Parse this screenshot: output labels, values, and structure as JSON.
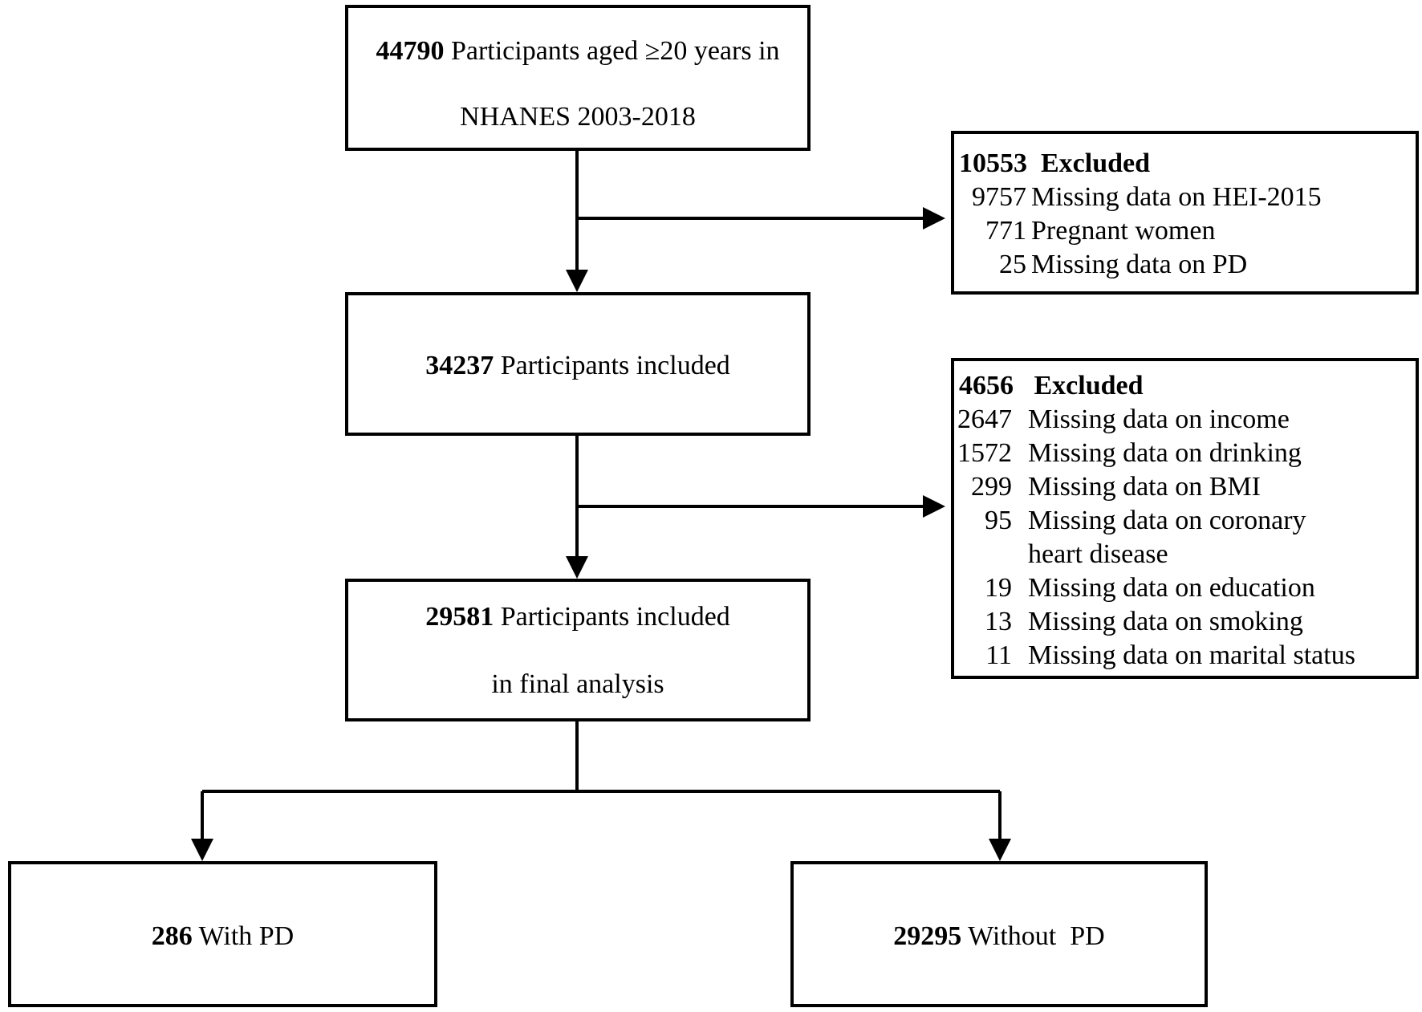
{
  "flow": {
    "top": {
      "count": "44790",
      "line1": "Participants aged ≥20 years in",
      "line2": "NHANES 2003-2018"
    },
    "excl1": {
      "count": "10553",
      "label": "Excluded",
      "items": [
        {
          "n": "9757",
          "text": "Missing data on HEI-2015"
        },
        {
          "n": "771",
          "text": "Pregnant women"
        },
        {
          "n": "25",
          "text": "Missing data on PD"
        }
      ]
    },
    "mid": {
      "count": "34237",
      "label": "Participants included"
    },
    "excl2": {
      "count": "4656",
      "label": "Excluded",
      "items": [
        {
          "n": "2647",
          "text": "Missing data on income"
        },
        {
          "n": "1572",
          "text": "Missing data on drinking"
        },
        {
          "n": "299",
          "text": "Missing data on BMI"
        },
        {
          "n": "95",
          "text": "Missing data on coronary",
          "text2": "heart disease"
        },
        {
          "n": "19",
          "text": "Missing data on education"
        },
        {
          "n": "13",
          "text": "Missing data on smoking"
        },
        {
          "n": "11",
          "text": "Missing data on marital status"
        }
      ]
    },
    "final": {
      "count": "29581",
      "line1": "Participants included",
      "line2": "in final analysis"
    },
    "with_pd": {
      "count": "286",
      "label": "With PD"
    },
    "without_pd": {
      "count": "29295",
      "label": "Without  PD"
    }
  }
}
